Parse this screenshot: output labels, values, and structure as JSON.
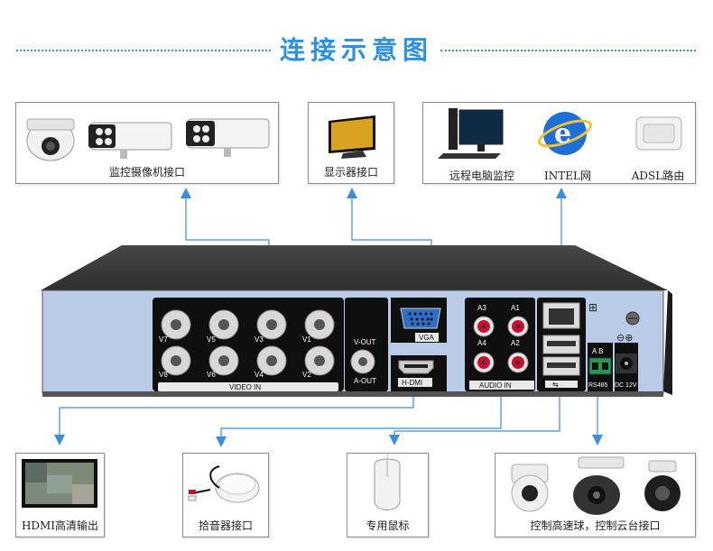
{
  "title": "连接示意图",
  "top_boxes": {
    "camera": {
      "caption": "监控摄像机接口"
    },
    "display": {
      "caption": "显示器接口"
    },
    "network": {
      "items": [
        "远程电脑监控",
        "INTEL网",
        "ADSL路由"
      ]
    }
  },
  "dvr": {
    "video_labels": [
      "V7",
      "V5",
      "V3",
      "V1",
      "V8",
      "V6",
      "V4",
      "V2"
    ],
    "video_in": "VIDEO IN",
    "v_out": "V-OUT",
    "a_out": "A-OUT",
    "vga": "VGA",
    "hdmi": "H-DMI",
    "audio_labels": [
      "A3",
      "A1",
      "A4",
      "A2"
    ],
    "audio_in": "AUDIO IN",
    "ab": "A B",
    "rs485": "RS485",
    "dc": "DC 12V"
  },
  "bottom_boxes": {
    "hdmi": {
      "caption": "HDMI高清输出"
    },
    "mic": {
      "caption": "拾音器接口"
    },
    "mouse": {
      "caption": "专用鼠标"
    },
    "ptz": {
      "caption": "控制高速球，控制云台接口"
    }
  },
  "colors": {
    "title": "#2f8fe0",
    "arrow": "#3a8fd8",
    "panel": "#b9cbe6",
    "chassis": "#2b2b2b"
  }
}
